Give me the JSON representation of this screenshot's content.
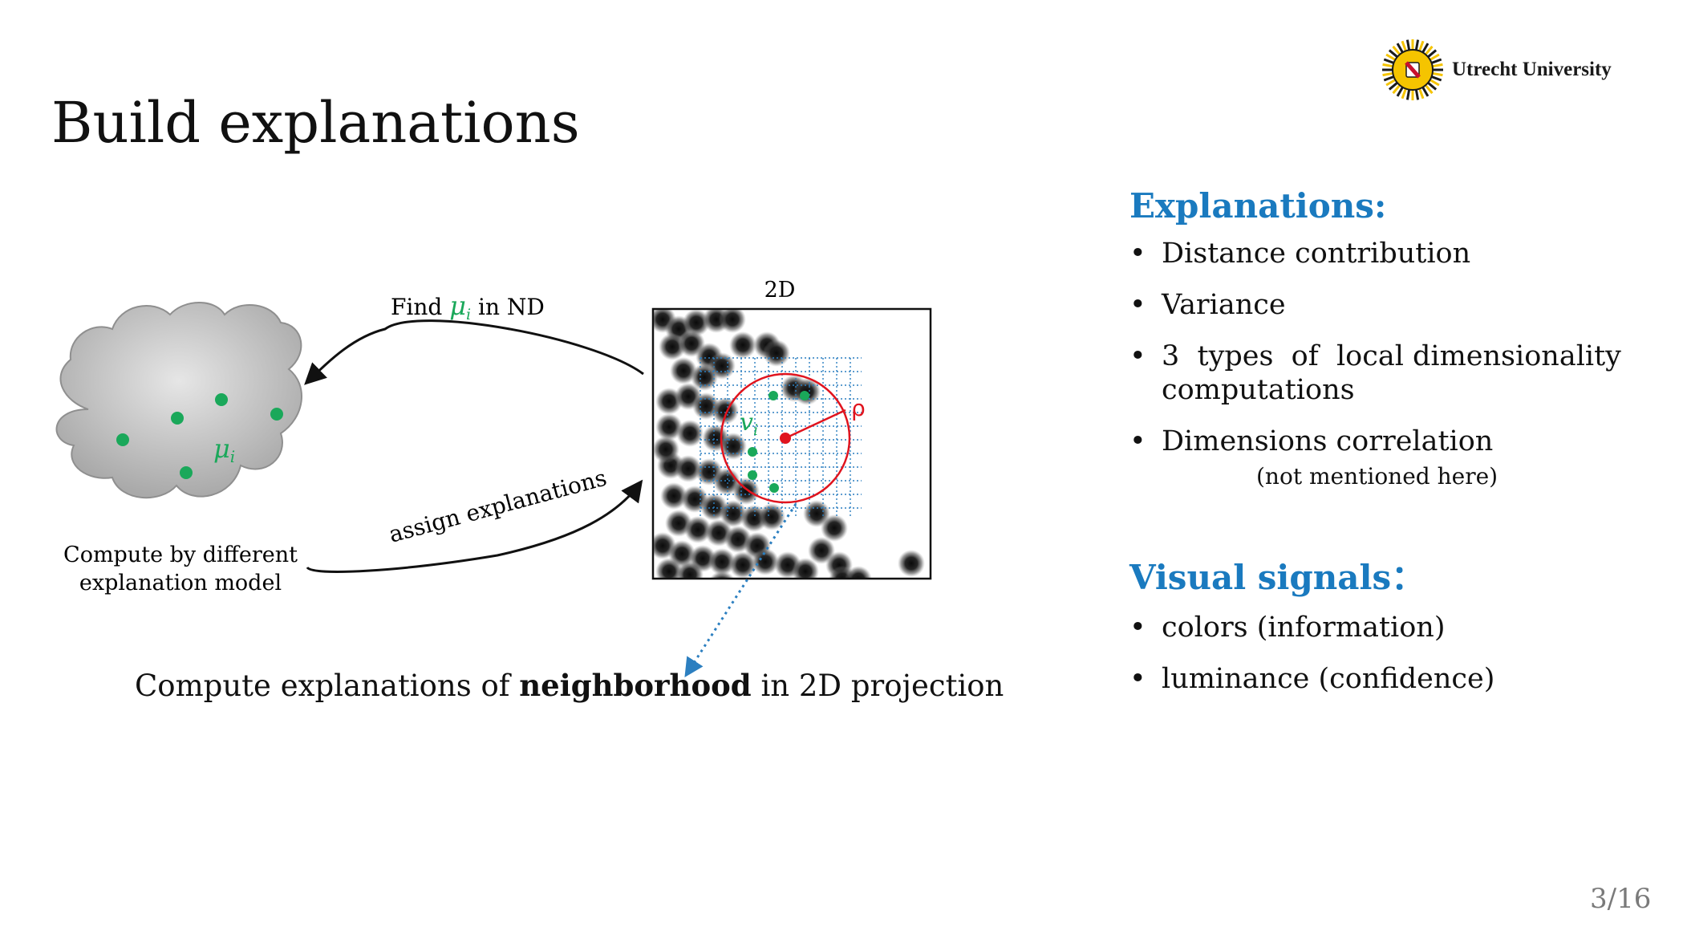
{
  "slide": {
    "title": "Build explanations",
    "page_number": "3/16"
  },
  "logo": {
    "text": "Utrecht University",
    "icon": "sun-seal-icon",
    "colors": {
      "sun": "#f5c400",
      "rays": "#1a1a1a",
      "shield": "#c8102e"
    }
  },
  "diagram": {
    "nd_label": "ND",
    "twod_label": "2D",
    "mu_label": "μ",
    "mu_subscript": "i",
    "v_label": "v",
    "v_subscript": "i",
    "rho_label": "ρ",
    "find_arrow": {
      "prefix": "Find ",
      "symbol": "μ",
      "subscript": "i",
      "suffix": " in ND"
    },
    "assign_label": "assign explanations",
    "cloud_caption": [
      "Compute by different",
      "explanation model"
    ],
    "colors": {
      "green": "#1aa85a",
      "red": "#e0141e",
      "blue_grid": "#2c7fc0",
      "cloud": "#c4c4c4"
    }
  },
  "caption": {
    "prefix": "Compute explanations of ",
    "bold": "neighborhood",
    "suffix": " in 2D projection"
  },
  "explanations": {
    "heading": "Explanations:",
    "items": [
      "Distance contribution",
      "Variance",
      "3  types  of  local dimensionality computations",
      "Dimensions correlation"
    ],
    "note": "(not mentioned here)"
  },
  "visual_signals": {
    "heading": "Visual signals：",
    "items": [
      "colors (information)",
      "luminance (confidence)"
    ]
  }
}
